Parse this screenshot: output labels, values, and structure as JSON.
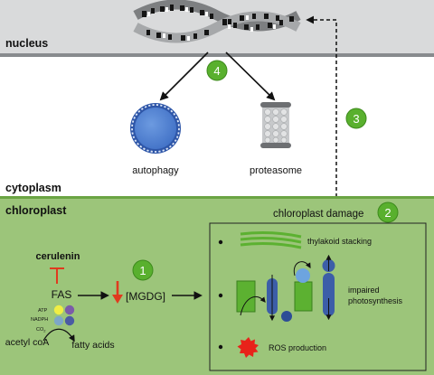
{
  "compartments": {
    "nucleus": "nucleus",
    "cytoplasm": "cytoplasm",
    "chloroplast": "chloroplast"
  },
  "steps": {
    "s1": "1",
    "s2": "2",
    "s3": "3",
    "s4": "4"
  },
  "degradation": {
    "autophagy": "autophagy",
    "proteasome": "proteasome"
  },
  "damage": {
    "title": "chloroplast damage",
    "thylakoid": "thylakoid stacking",
    "photosynthesis_1": "impaired",
    "photosynthesis_2": "photosynthesis",
    "ros": "ROS production"
  },
  "lipid": {
    "inhibitor": "cerulenin",
    "enzyme": "FAS",
    "cofactor_atp": "ATP",
    "cofactor_nadph": "NADPH",
    "cofactor_co2": "CO",
    "cofactor_co2_sub": "2",
    "substrate": "acetyl coA",
    "product": "fatty acids",
    "mgdg": "[MGDG]"
  },
  "colors": {
    "chloroplast_bg": "#9cc57a",
    "chloroplast_border": "#6aa443",
    "nucleus_bg": "#d9dadb",
    "step_circle": "#59b02e",
    "inhibitor_red": "#e03a1e",
    "thylakoid_green": "#5cb131",
    "complex_blue": "#3c5ea8",
    "ros_red": "#e8231a"
  }
}
